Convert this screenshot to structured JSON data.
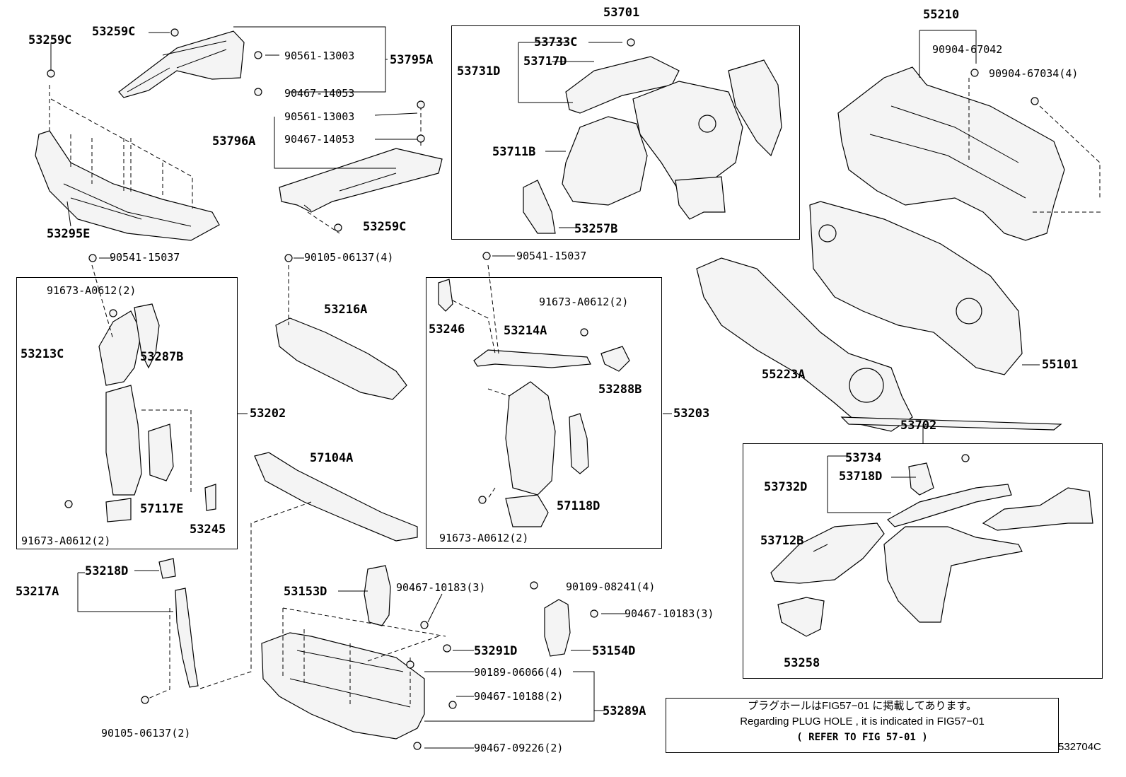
{
  "labels": {
    "p53259C_a": "53259C",
    "p53259C_b": "53259C",
    "p53259C_c": "53259C",
    "p90561_13003_a": "90561-13003",
    "p90561_13003_b": "90561-13003",
    "p53795A": "53795A",
    "p90467_14053_a": "90467-14053",
    "p90467_14053_b": "90467-14053",
    "p53796A": "53796A",
    "p53295E": "53295E",
    "p90541_15037_a": "90541-15037",
    "p90541_15037_b": "90541-15037",
    "p90105_06137_4": "90105-06137(4)",
    "p91673_A0612_a": "91673-A0612(2)",
    "p91673_A0612_b": "91673-A0612(2)",
    "p91673_A0612_c": "91673-A0612(2)",
    "p91673_A0612_d": "91673-A0612(2)",
    "p53213C": "53213C",
    "p53287B": "53287B",
    "p53202": "53202",
    "p57117E": "57117E",
    "p53245": "53245",
    "p53216A": "53216A",
    "p57104A": "57104A",
    "p53701": "53701",
    "p53733C": "53733C",
    "p53717D": "53717D",
    "p53731D": "53731D",
    "p53711B": "53711B",
    "p53257B": "53257B",
    "p55210": "55210",
    "p90904_67042": "90904-67042",
    "p90904_67034": "90904-67034(4)",
    "p55101": "55101",
    "p55223A": "55223A",
    "p53246": "53246",
    "p53214A": "53214A",
    "p53288B": "53288B",
    "p53203": "53203",
    "p57118D": "57118D",
    "p53702": "53702",
    "p53734": "53734",
    "p53718D": "53718D",
    "p53732D": "53732D",
    "p53712B": "53712B",
    "p53258": "53258",
    "p53218D": "53218D",
    "p53217A": "53217A",
    "p90105_06137_2": "90105-06137(2)",
    "p53153D": "53153D",
    "p90467_10183_a": "90467-10183(3)",
    "p90467_10183_b": "90467-10183(3)",
    "p90109_08241": "90109-08241(4)",
    "p53154D": "53154D",
    "p53291D": "53291D",
    "p90189_06066": "90189-06066(4)",
    "p90467_10188": "90467-10188(2)",
    "p53289A": "53289A",
    "p90467_09226": "90467-09226(2)"
  },
  "note": {
    "line1": "プラグホールはFIG57−01 に掲載してあります。",
    "line2": "Regarding  PLUG  HOLE  , it  is  indicated  in  FIG57−01",
    "line3": "(   REFER  TO  FIG  57-01  )"
  },
  "figure_ref": "532704C"
}
